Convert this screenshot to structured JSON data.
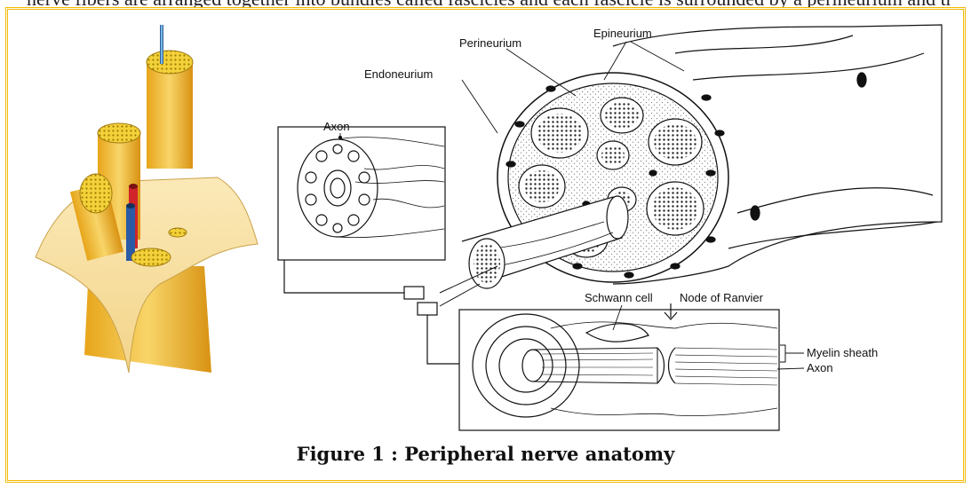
{
  "header_text": "nerve fibers are arranged together into bundles called fascicles and each fascicle is surrounded by a perineurium and the fascicles are",
  "labels": {
    "perineurium": "Perineurium",
    "epineurium": "Epineurium",
    "endoneurium": "Endoneurium",
    "axon_top": "Axon",
    "schwann_cell": "Schwann cell",
    "node_of_ranvier": "Node of Ranvier",
    "myelin_sheath": "Myelin sheath",
    "axon_bottom": "Axon"
  },
  "caption": "Figure 1 : Peripheral nerve anatomy",
  "colors": {
    "border": "#f2b800",
    "nerve_yellow": "#f2c230",
    "artery": "#d0242a",
    "vein": "#2b5aa6"
  }
}
